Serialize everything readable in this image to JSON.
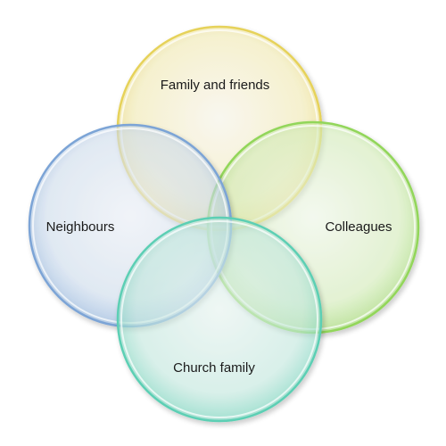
{
  "diagram": {
    "circles": [
      {
        "label": "Family and friends",
        "color": "#f5e46a"
      },
      {
        "label": "Colleagues",
        "color": "#9ee05a"
      },
      {
        "label": "Neighbours",
        "color": "#7fa9dc"
      },
      {
        "label": "Church family",
        "color": "#5fd6bc"
      }
    ]
  }
}
